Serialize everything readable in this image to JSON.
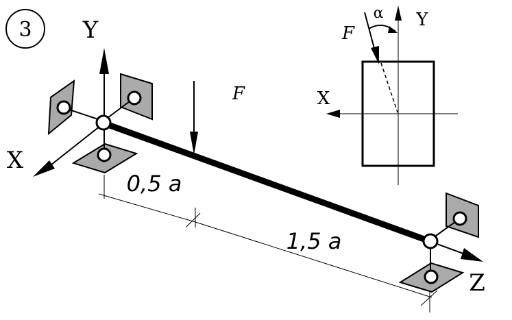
{
  "problem_number": "3",
  "axes": {
    "left_y": "Y",
    "left_x": "X",
    "right_z": "Z",
    "section_y": "Y",
    "section_x": "X"
  },
  "force": {
    "beam_label": "F",
    "section_label": "F",
    "angle_label": "α"
  },
  "dimensions": {
    "first_segment": "0,5 a",
    "second_segment": "1,5 a"
  },
  "colors": {
    "support_fill": "#aaaaaa",
    "line": "#000000",
    "background": "#ffffff"
  }
}
